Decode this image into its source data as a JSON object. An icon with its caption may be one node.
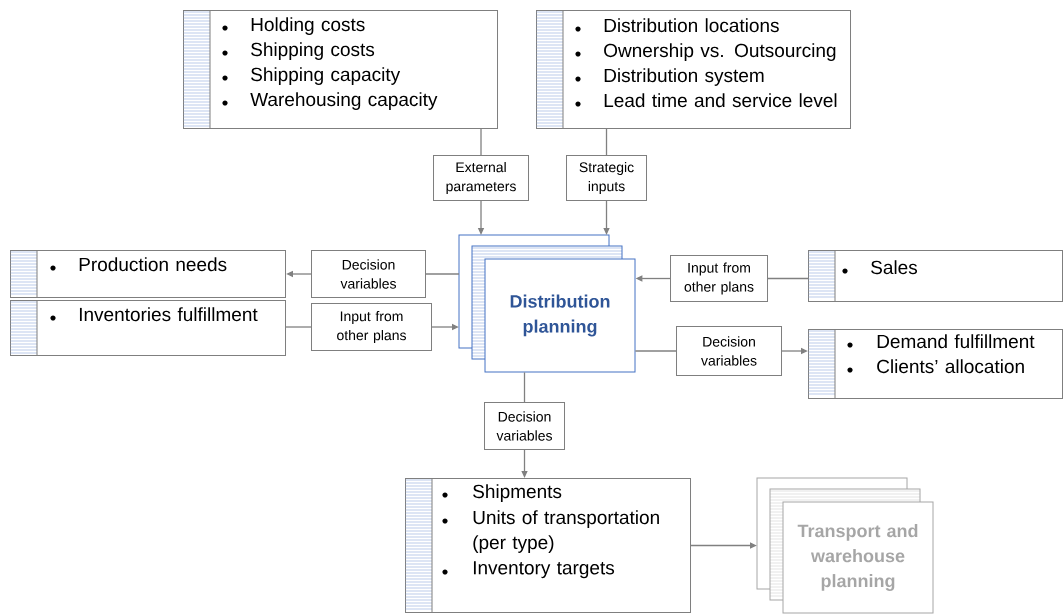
{
  "diagram": {
    "nodes": [
      {
        "text": [
          "Holding costs",
          "Shipping costs",
          "Shipping capacity",
          "Warehousing capacity"
        ]
      },
      {
        "text": [
          "Distribution locations",
          "Ownership vs. Outsourcing",
          "Distribution system",
          "Lead time and service level"
        ]
      },
      {
        "text": [
          "External parameters"
        ]
      },
      {
        "text": [
          "Strategic inputs"
        ]
      },
      {
        "text": [
          "Distribution planning"
        ]
      },
      {
        "text": [
          "Production needs"
        ]
      },
      {
        "text": [
          "Inventories fulfillment"
        ]
      },
      {
        "text": [
          "Decision variables"
        ]
      },
      {
        "text": [
          "Input from other plans"
        ]
      },
      {
        "text": [
          "Input from other plans"
        ]
      },
      {
        "text": [
          "Sales"
        ]
      },
      {
        "text": [
          "Decision variables"
        ]
      },
      {
        "text": [
          "Demand fulfillment",
          "Clients’ allocation"
        ]
      },
      {
        "text": [
          "Decision variables"
        ]
      },
      {
        "text": [
          "Shipments",
          "Units of transportation (per type)",
          "Inventory targets"
        ]
      },
      {
        "text": [
          "Transport and warehouse planning"
        ]
      }
    ],
    "edges": [
      {
        "from": 0,
        "to": 2,
        "arrow": "none"
      },
      {
        "from": 2,
        "to": 4,
        "arrow": "to"
      },
      {
        "from": 1,
        "to": 3,
        "arrow": "none"
      },
      {
        "from": 3,
        "to": 4,
        "arrow": "to"
      },
      {
        "from": 4,
        "to": 7,
        "arrow": "none"
      },
      {
        "from": 7,
        "to": 5,
        "arrow": "to"
      },
      {
        "from": 6,
        "to": 8,
        "arrow": "none"
      },
      {
        "from": 8,
        "to": 4,
        "arrow": "to"
      },
      {
        "from": 10,
        "to": 9,
        "arrow": "none"
      },
      {
        "from": 9,
        "to": 4,
        "arrow": "to"
      },
      {
        "from": 4,
        "to": 11,
        "arrow": "none"
      },
      {
        "from": 11,
        "to": 12,
        "arrow": "to"
      },
      {
        "from": 4,
        "to": 13,
        "arrow": "none"
      },
      {
        "from": 13,
        "to": 14,
        "arrow": "to"
      },
      {
        "from": 14,
        "to": 15,
        "arrow": "to"
      }
    ]
  }
}
